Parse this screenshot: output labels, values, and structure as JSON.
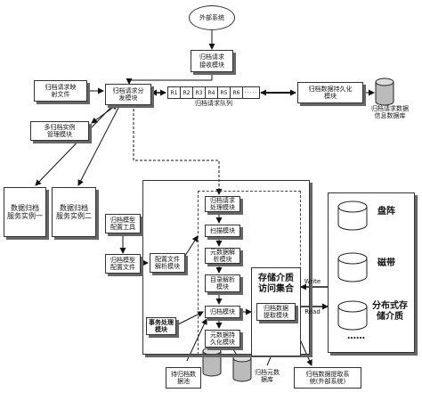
{
  "external_system": "外部系统",
  "request_receive": "归档请求\n接收模块",
  "mapping_file": "归档请求映\n射文件",
  "dispatch": "归档请求分\n发模块",
  "queue": {
    "items": [
      "R1",
      "R2",
      "R3",
      "R4",
      "R5",
      "R6"
    ],
    "label": "归档请求队列"
  },
  "persist_module": "归档数据持久化\n模块",
  "info_db": "归档请求数据\n信息数据库",
  "instance_mgmt": "多归档实例\n管理模块",
  "service_1": "数据归档\n服务实例一",
  "service_2": "数据归档\n服务实例二",
  "model_tool": "归档模型\n配置工具",
  "model_file": "归档模型\n配置文件",
  "config_parse": "配置文件\n解析模块",
  "modules": [
    "归档请求\n处理模块",
    "扫描模块",
    "元数据解\n析模块",
    "目录解析\n模块",
    "归档模块",
    "元数据持\n久化模块"
  ],
  "transaction": "事务处理\n模块",
  "storage_set": "存储介质\n访问集合",
  "extract_module": "归档数据\n提取模块",
  "write_label": "Write",
  "read_label": "Read",
  "media": {
    "disk_array": "盘阵",
    "tape": "磁带",
    "distributed": "分布式存\n储介质",
    "ellipsis": "……"
  },
  "data_pool": "待归档数\n据池",
  "metadata_db": "归档元数\n据库",
  "extract_system": "归档数据提取系\n统(外部系统)"
}
